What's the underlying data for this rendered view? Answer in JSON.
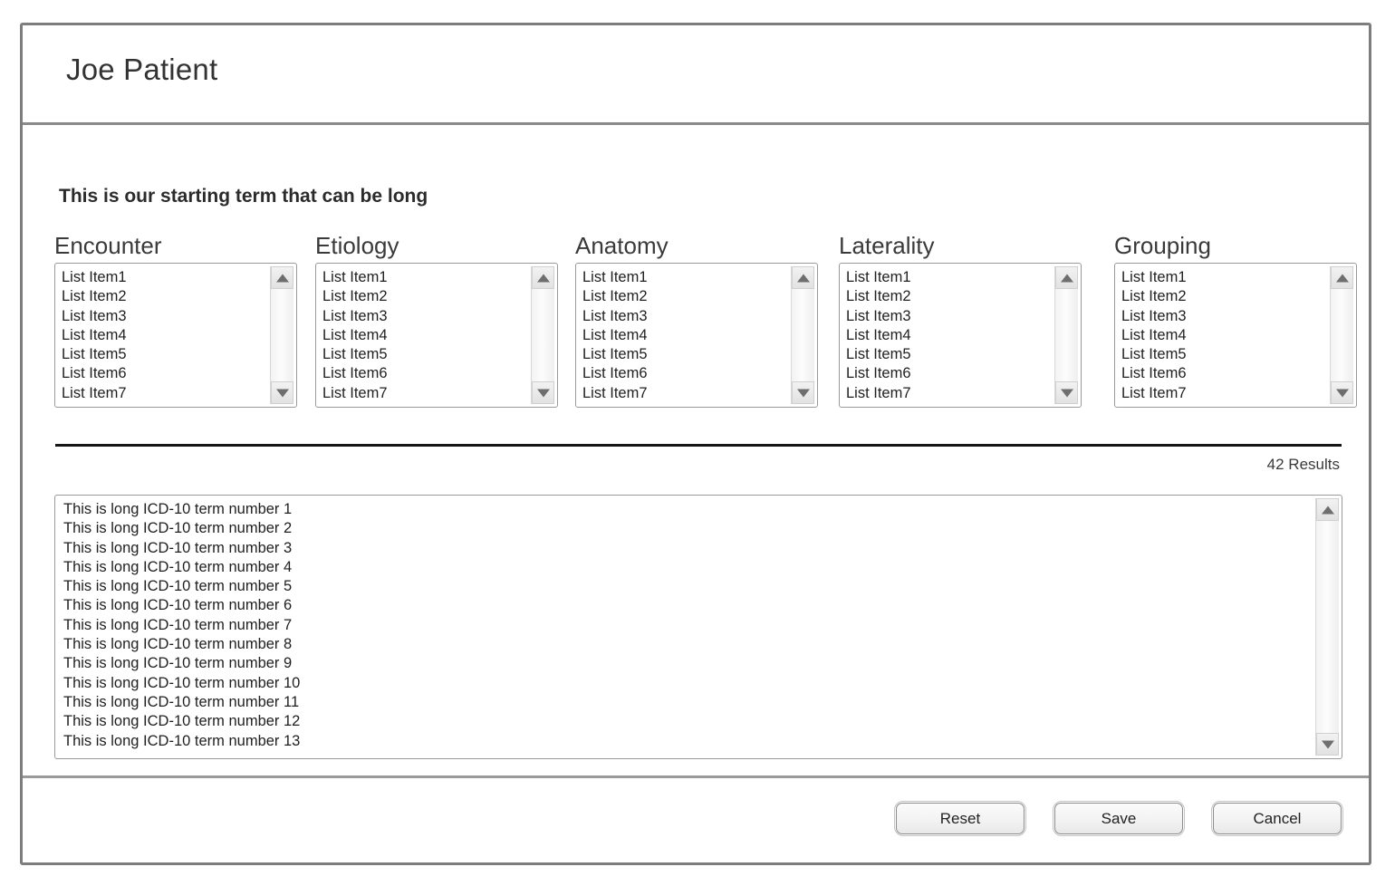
{
  "window": {
    "title": "Joe Patient"
  },
  "main": {
    "starting_term": "This is our starting term that can be long",
    "facets": [
      {
        "label": "Encounter",
        "items": [
          "List Item1",
          "List Item2",
          "List Item3",
          "List Item4",
          "List Item5",
          "List Item6",
          "List Item7"
        ]
      },
      {
        "label": "Etiology",
        "items": [
          "List Item1",
          "List Item2",
          "List Item3",
          "List Item4",
          "List Item5",
          "List Item6",
          "List Item7"
        ]
      },
      {
        "label": "Anatomy",
        "items": [
          "List Item1",
          "List Item2",
          "List Item3",
          "List Item4",
          "List Item5",
          "List Item6",
          "List Item7"
        ]
      },
      {
        "label": "Laterality",
        "items": [
          "List Item1",
          "List Item2",
          "List Item3",
          "List Item4",
          "List Item5",
          "List Item6",
          "List Item7"
        ]
      },
      {
        "label": "Grouping",
        "items": [
          "List Item1",
          "List Item2",
          "List Item3",
          "List Item4",
          "List Item5",
          "List Item6",
          "List Item7"
        ]
      }
    ],
    "results_count_label": "42 Results",
    "results": [
      "This is long ICD-10 term number 1",
      "This is long ICD-10 term number 2",
      "This is long ICD-10 term number 3",
      "This is long ICD-10 term number 4",
      "This is long ICD-10 term number 5",
      "This is long ICD-10 term number 6",
      "This is long ICD-10 term number 7",
      "This is long ICD-10 term number 8",
      "This is long ICD-10 term number 9",
      "This is long ICD-10 term number 10",
      "This is long ICD-10 term number 11",
      "This is long ICD-10 term number 12",
      "This is long ICD-10 term number 13"
    ]
  },
  "footer": {
    "buttons": [
      {
        "label": "Reset",
        "name": "reset-button"
      },
      {
        "label": "Save",
        "name": "save-button"
      },
      {
        "label": "Cancel",
        "name": "cancel-button"
      }
    ]
  },
  "icons": {
    "scroll_up": "scroll-up-arrow-icon",
    "scroll_down": "scroll-down-arrow-icon"
  },
  "colors": {
    "frame_border": "#7d7d7d",
    "divider_dark": "#151515",
    "divider_light": "#9a9a9a",
    "text": "#2b2b2b",
    "box_border": "#9a9a9a"
  }
}
